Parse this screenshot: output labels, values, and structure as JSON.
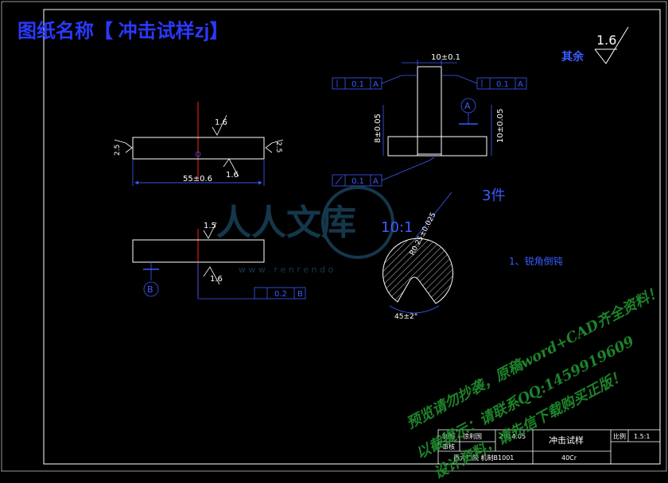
{
  "sheet_title": "图纸名称【 冲击试样zj】",
  "surface_finish": {
    "other_label": "其余",
    "other_value": "1.6",
    "top_left_view": "1.6",
    "bottom_left_view": "1.6",
    "bottom_view_top": "1.5",
    "bottom_view_bottom": "1.6",
    "left_side": "2.5",
    "right_side": "2.5"
  },
  "dimensions": {
    "length": "55±0.6",
    "width_top": "10±0.1",
    "height_notch": "8±0.05",
    "height_full": "10±0.05",
    "notch_radius": "R0.25±0.025",
    "notch_angle": "45±2°"
  },
  "tolerances": {
    "perp_left": "0.1",
    "perp_left_datum": "A",
    "perp_right": "0.1",
    "perp_right_datum": "A",
    "parallel": "0.1",
    "parallel_datum": "A",
    "flat": "0.2",
    "flat_datum": "B"
  },
  "datums": {
    "a": "A",
    "b": "B"
  },
  "quantity": "3件",
  "scale_detail": "10:1",
  "note": "1、锐角倒钝",
  "title_block": {
    "part_name": "冲击试样",
    "scale_label": "比例",
    "scale_value": "1.5:1",
    "designer_label": "制图",
    "designer": "徐利国",
    "date": "2014.05",
    "review_label": "审核",
    "school": "西大广院 机制B1001",
    "material": "40Cr"
  },
  "watermark": {
    "brand": "人人文库",
    "url": "w w w . r e n r e n d o",
    "line1": "预览请勿抄袭，原稿word+CAD齐全资料！",
    "line2": "以截提示：请联系QQ:1459919609",
    "line3": "设计资料，请先信下载购买正版！"
  }
}
